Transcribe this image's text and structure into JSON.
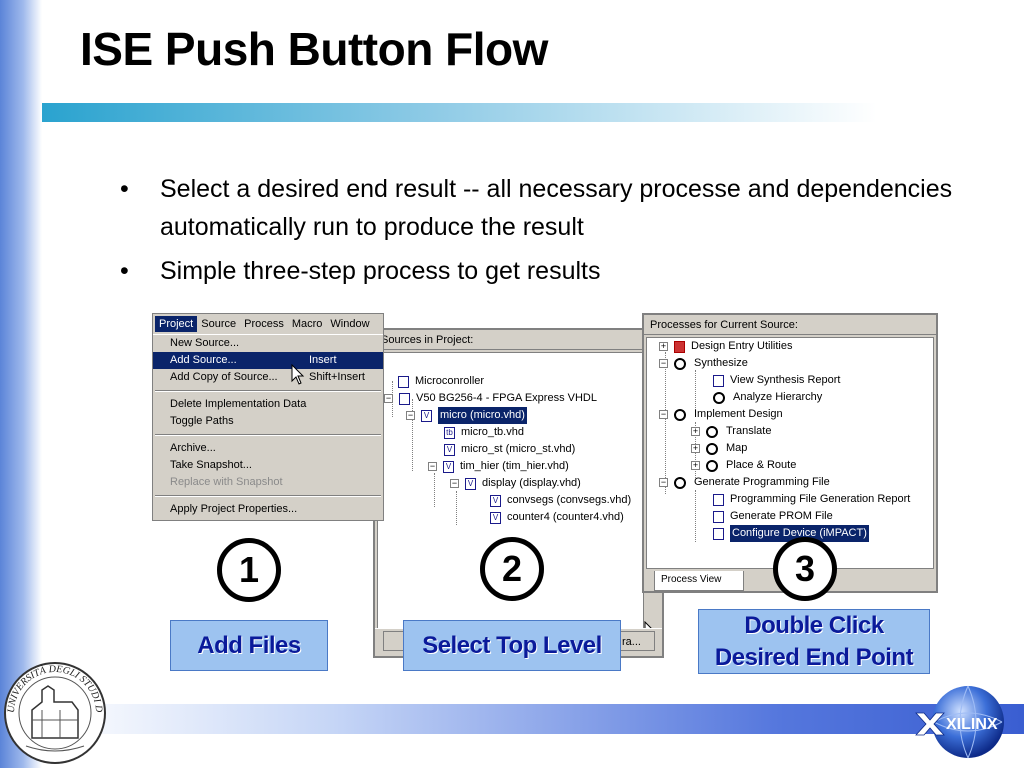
{
  "slide": {
    "title": "ISE Push Button Flow",
    "bullets": [
      "Select a desired end result -- all necessary processe and dependencies automatically run to produce the result",
      "Simple three-step process to get results"
    ]
  },
  "menu_window": {
    "menubar": [
      "Project",
      "Source",
      "Process",
      "Macro",
      "Window"
    ],
    "items": [
      {
        "label": "New Source...",
        "shortcut": ""
      },
      {
        "label": "Add Source...",
        "shortcut": "Insert"
      },
      {
        "label": "Add Copy of Source...",
        "shortcut": "Shift+Insert"
      },
      {
        "label": "Delete Implementation Data",
        "shortcut": ""
      },
      {
        "label": "Toggle Paths",
        "shortcut": ""
      },
      {
        "label": "Archive...",
        "shortcut": ""
      },
      {
        "label": "Take Snapshot...",
        "shortcut": ""
      },
      {
        "label": "Replace with Snapshot",
        "shortcut": ""
      },
      {
        "label": "Apply Project Properties...",
        "shortcut": ""
      }
    ]
  },
  "sources_window": {
    "header": "Sources in Project:",
    "tree": [
      "Microconroller",
      "V50 BG256-4 - FPGA Express VHDL",
      "micro (micro.vhd)",
      "micro_tb.vhd",
      "micro_st (micro_st.vhd)",
      "tim_hier (tim_hier.vhd)",
      "display (display.vhd)",
      "convsegs (convsegs.vhd)",
      "counter4 (counter4.vhd)"
    ],
    "tab_partial": "ra..."
  },
  "processes_window": {
    "header": "Processes for Current Source:",
    "tree": [
      "Design Entry Utilities",
      "Synthesize",
      "View Synthesis Report",
      "Analyze Hierarchy",
      "Implement Design",
      "Translate",
      "Map",
      "Place & Route",
      "Generate Programming File",
      "Programming File Generation Report",
      "Generate PROM File",
      "Configure Device (iMPACT)"
    ],
    "tab": "Process View"
  },
  "steps": [
    "1",
    "2",
    "3"
  ],
  "callouts": {
    "add_files": "Add Files",
    "select_top": "Select Top Level",
    "double_click_1": "Double Click",
    "double_click_2": "Desired End Point"
  },
  "logos": {
    "xilinx": "XILINX",
    "seal_text": "UNIVERSITÀ DEGLI STUDI DI TRIESTE"
  },
  "colors": {
    "callout_fill": "#9dc3f0",
    "callout_text": "#0a1a9a",
    "selection": "#0a246a",
    "title_bar": "#2aa3cf"
  }
}
